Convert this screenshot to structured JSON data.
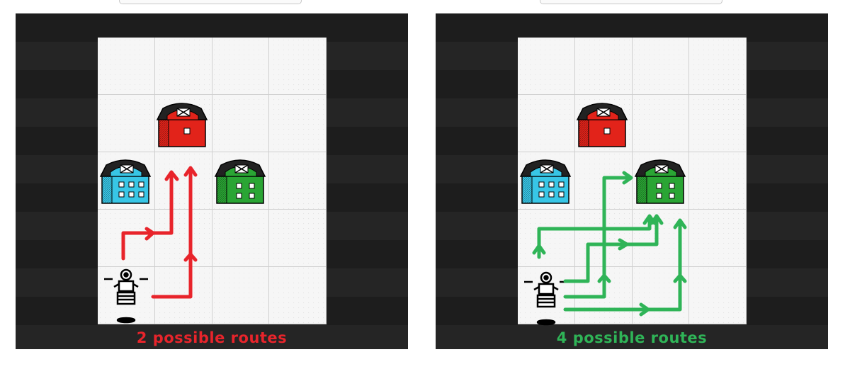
{
  "colors": {
    "red_route": "#e8242b",
    "green_route": "#2fb457",
    "red_barn": "#e2231a",
    "blue_barn": "#38c6e6",
    "green_barn": "#2aa534",
    "panel_bg": "#222222",
    "grid_bg": "#f6f6f6"
  },
  "panels": [
    {
      "caption": "2 possible routes",
      "caption_color": "#e8242b",
      "route_color": "#e8242b",
      "route_count": 2
    },
    {
      "caption": "4 possible routes",
      "caption_color": "#2fb457",
      "route_color": "#2fb457",
      "route_count": 4
    }
  ],
  "icons": {
    "barn": "barn-icon",
    "robot": "robot-icon"
  }
}
